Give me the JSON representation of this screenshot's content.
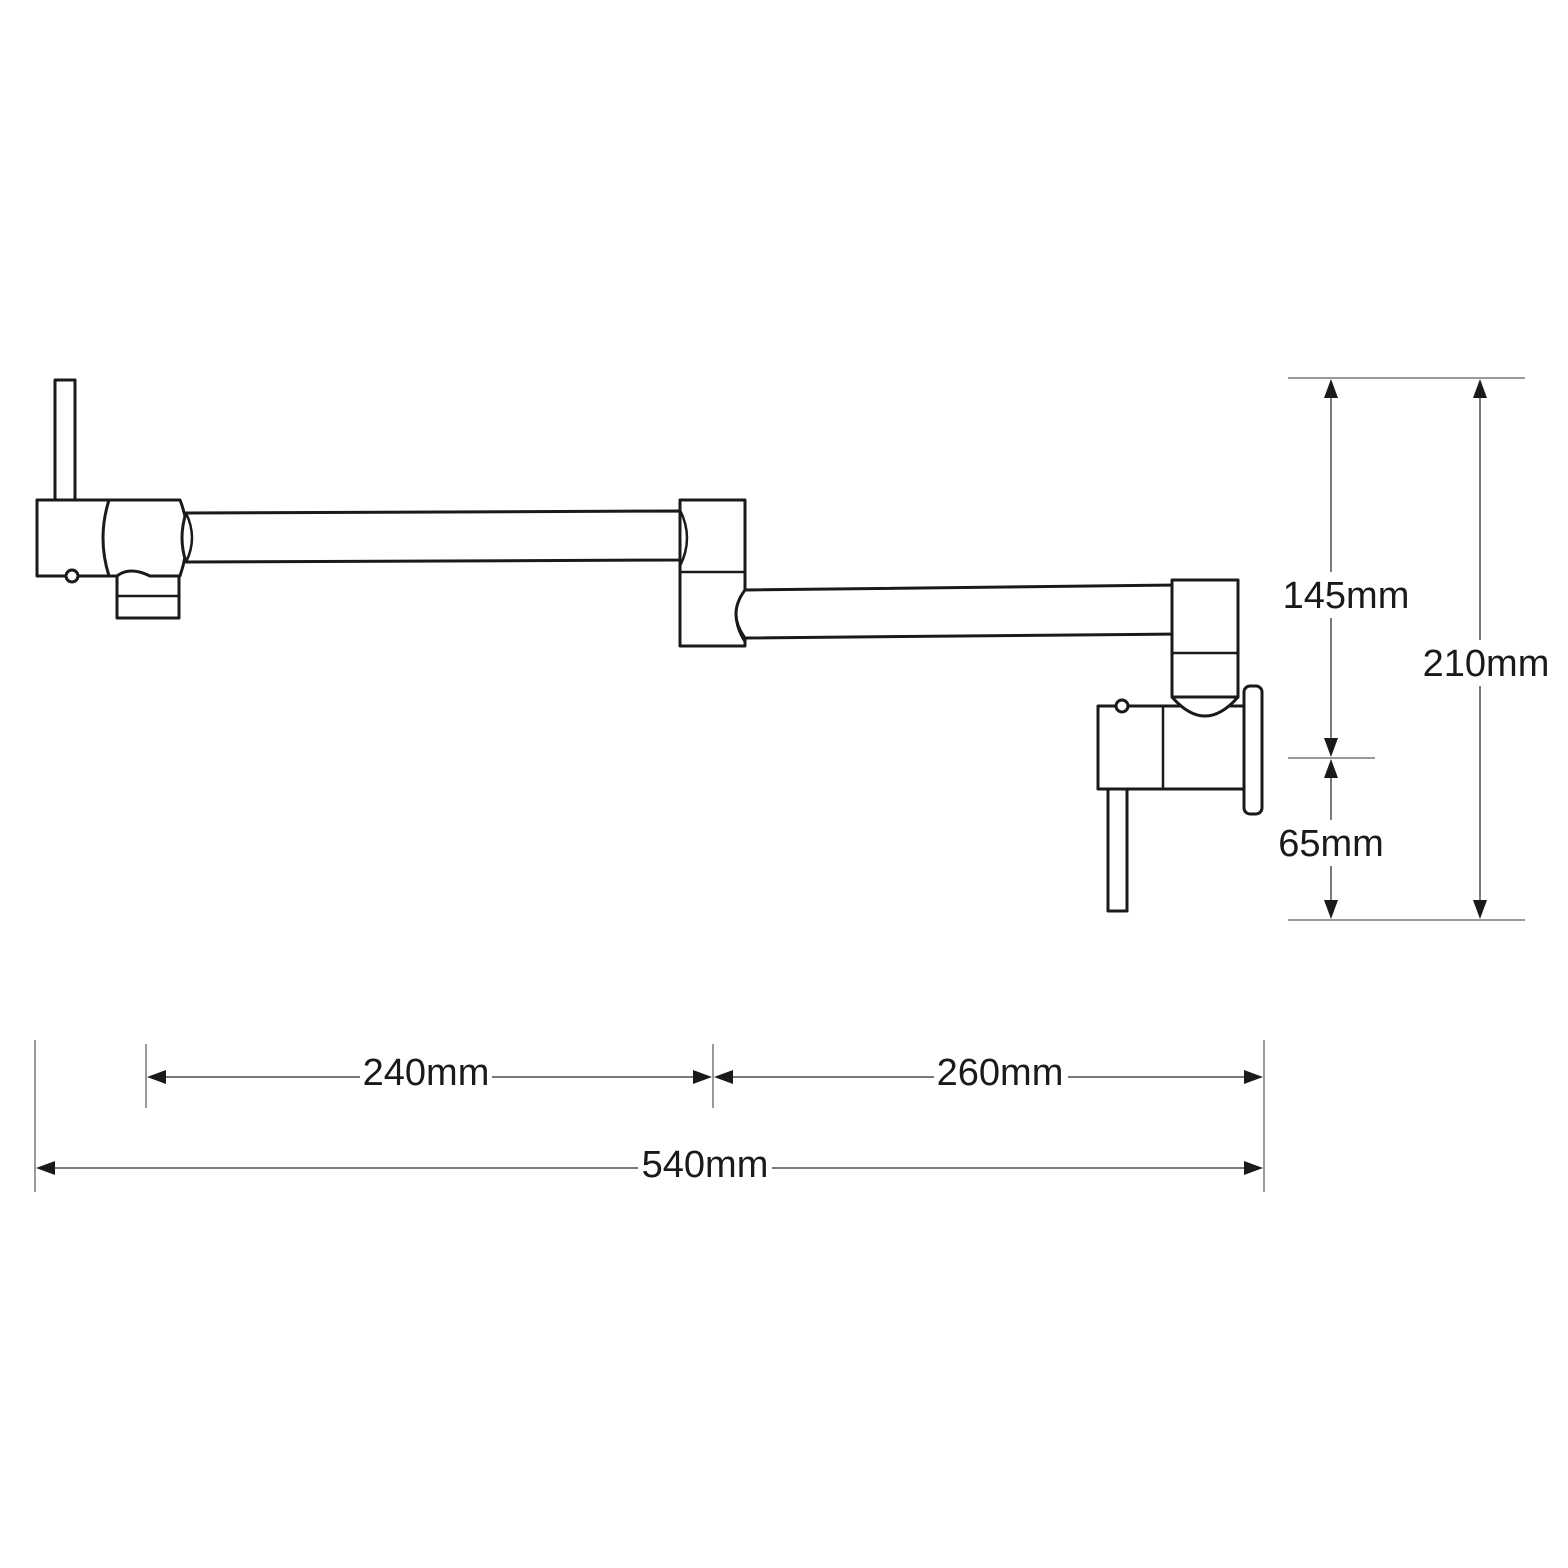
{
  "dimensions": {
    "upper_vertical": "145mm",
    "lower_vertical": "65mm",
    "total_vertical": "210mm",
    "arm_one": "240mm",
    "arm_two": "260mm",
    "total_width": "540mm"
  },
  "colors": {
    "line": "#1a1a1a",
    "dimension_line": "#7a7a7a",
    "background": "#ffffff"
  }
}
